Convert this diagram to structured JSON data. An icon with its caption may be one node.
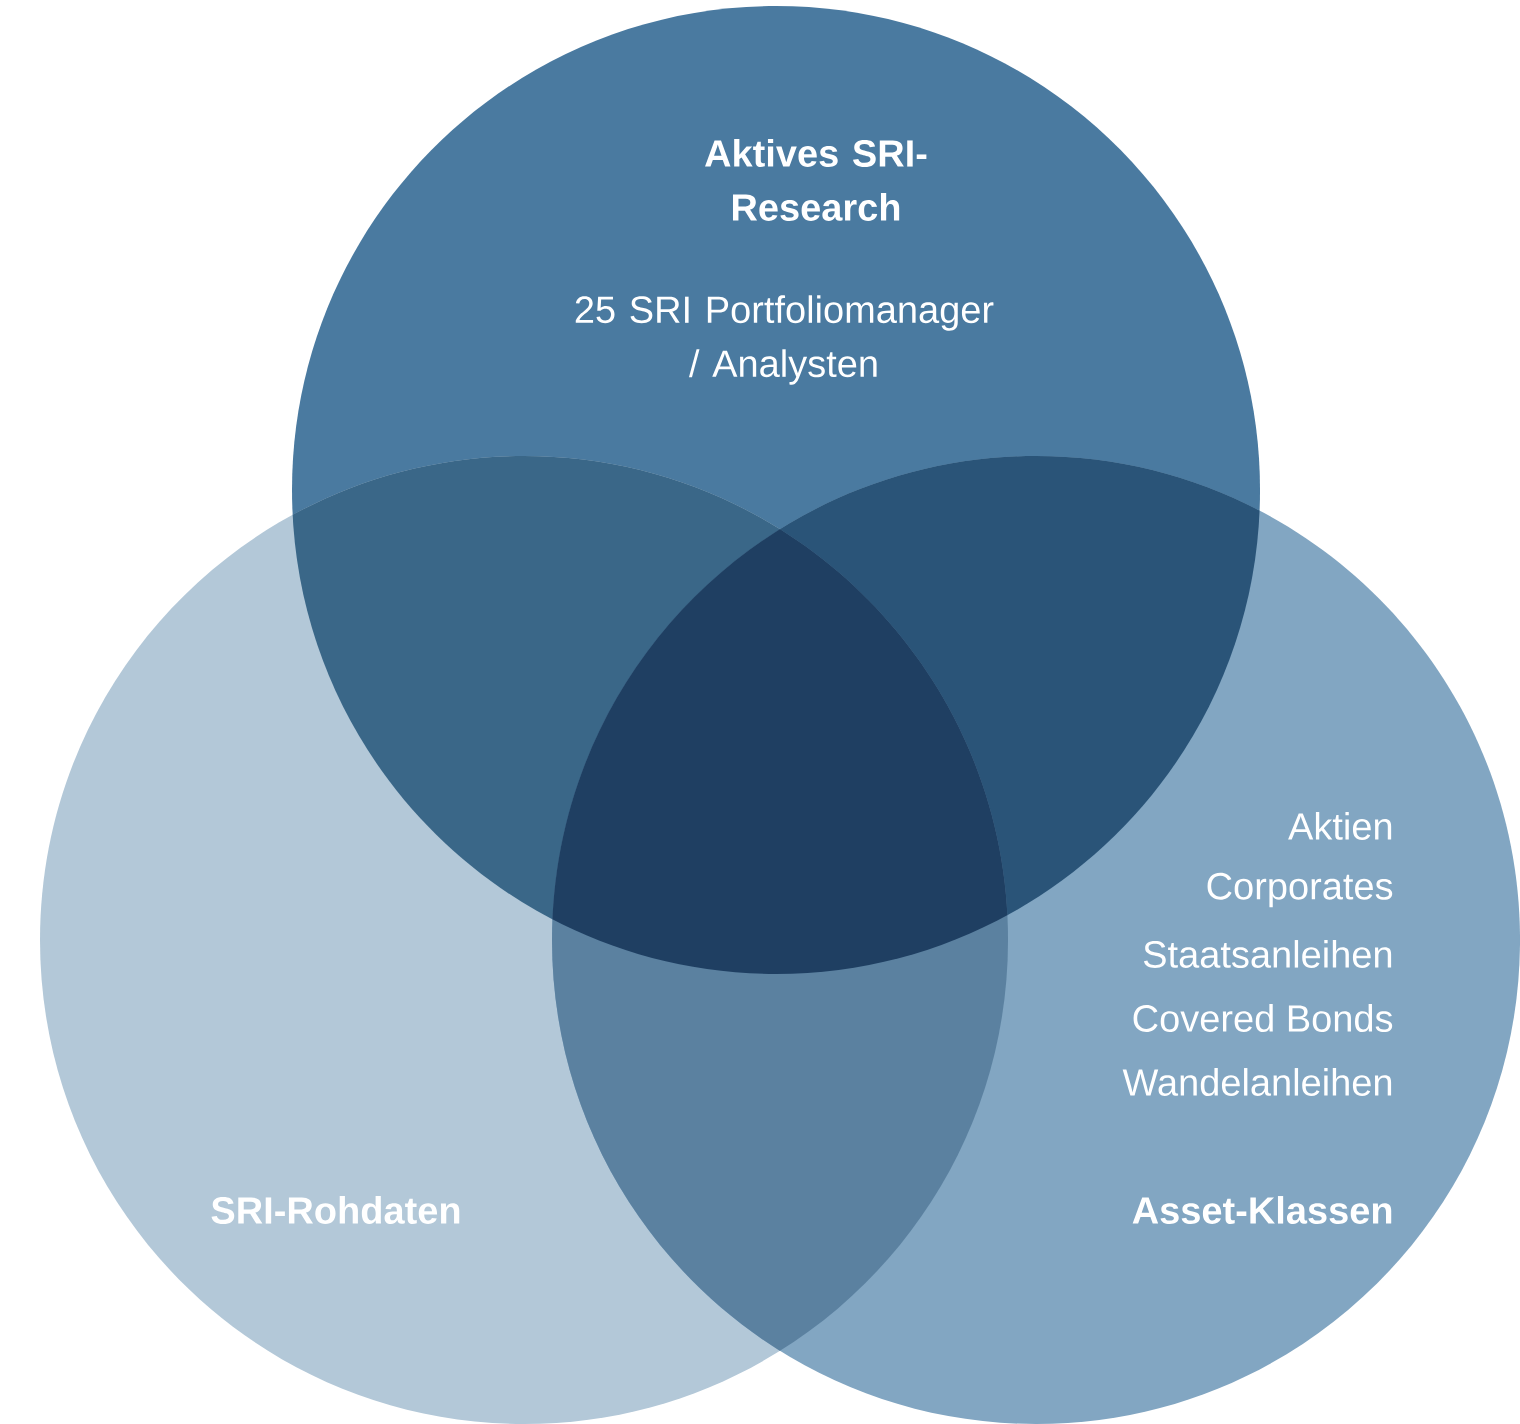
{
  "diagram": {
    "nodes": [
      {
        "text": [
          "Aktives SRI-Research",
          "25 SRI Portfoliomanager / Analysten"
        ]
      },
      {
        "text": [
          "SRI-Rohdaten"
        ]
      },
      {
        "text": [
          "Aktien",
          "Corporates",
          "Staatsanleihen",
          "Covered Bonds",
          "Wandelanleihen",
          "Asset-Klassen"
        ]
      }
    ]
  }
}
